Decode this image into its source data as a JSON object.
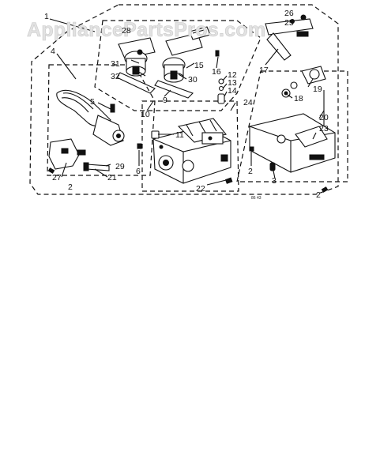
{
  "watermark": "AppliancePartsPros.com",
  "diagram_code": "86 43",
  "callouts": [
    {
      "id": "c1",
      "label": "1"
    },
    {
      "id": "c2a",
      "label": "2"
    },
    {
      "id": "c2b",
      "label": "2"
    },
    {
      "id": "c2c",
      "label": "2"
    },
    {
      "id": "c3",
      "label": "3"
    },
    {
      "id": "c4",
      "label": "4"
    },
    {
      "id": "c5",
      "label": "5"
    },
    {
      "id": "c6",
      "label": "6"
    },
    {
      "id": "c9",
      "label": "9"
    },
    {
      "id": "c10",
      "label": "10"
    },
    {
      "id": "c11",
      "label": "11"
    },
    {
      "id": "c12",
      "label": "12"
    },
    {
      "id": "c13",
      "label": "13"
    },
    {
      "id": "c14",
      "label": "14"
    },
    {
      "id": "c15",
      "label": "15"
    },
    {
      "id": "c16",
      "label": "16"
    },
    {
      "id": "c17",
      "label": "17"
    },
    {
      "id": "c18",
      "label": "18"
    },
    {
      "id": "c19",
      "label": "19"
    },
    {
      "id": "c20",
      "label": "20"
    },
    {
      "id": "c21",
      "label": "21"
    },
    {
      "id": "c22",
      "label": "22"
    },
    {
      "id": "c23",
      "label": "23"
    },
    {
      "id": "c24",
      "label": "24"
    },
    {
      "id": "c25",
      "label": "25"
    },
    {
      "id": "c26",
      "label": "26"
    },
    {
      "id": "c27",
      "label": "27"
    },
    {
      "id": "c28",
      "label": "28"
    },
    {
      "id": "c29",
      "label": "29"
    },
    {
      "id": "c30",
      "label": "30"
    },
    {
      "id": "c31",
      "label": "31"
    },
    {
      "id": "c32",
      "label": "32"
    }
  ]
}
